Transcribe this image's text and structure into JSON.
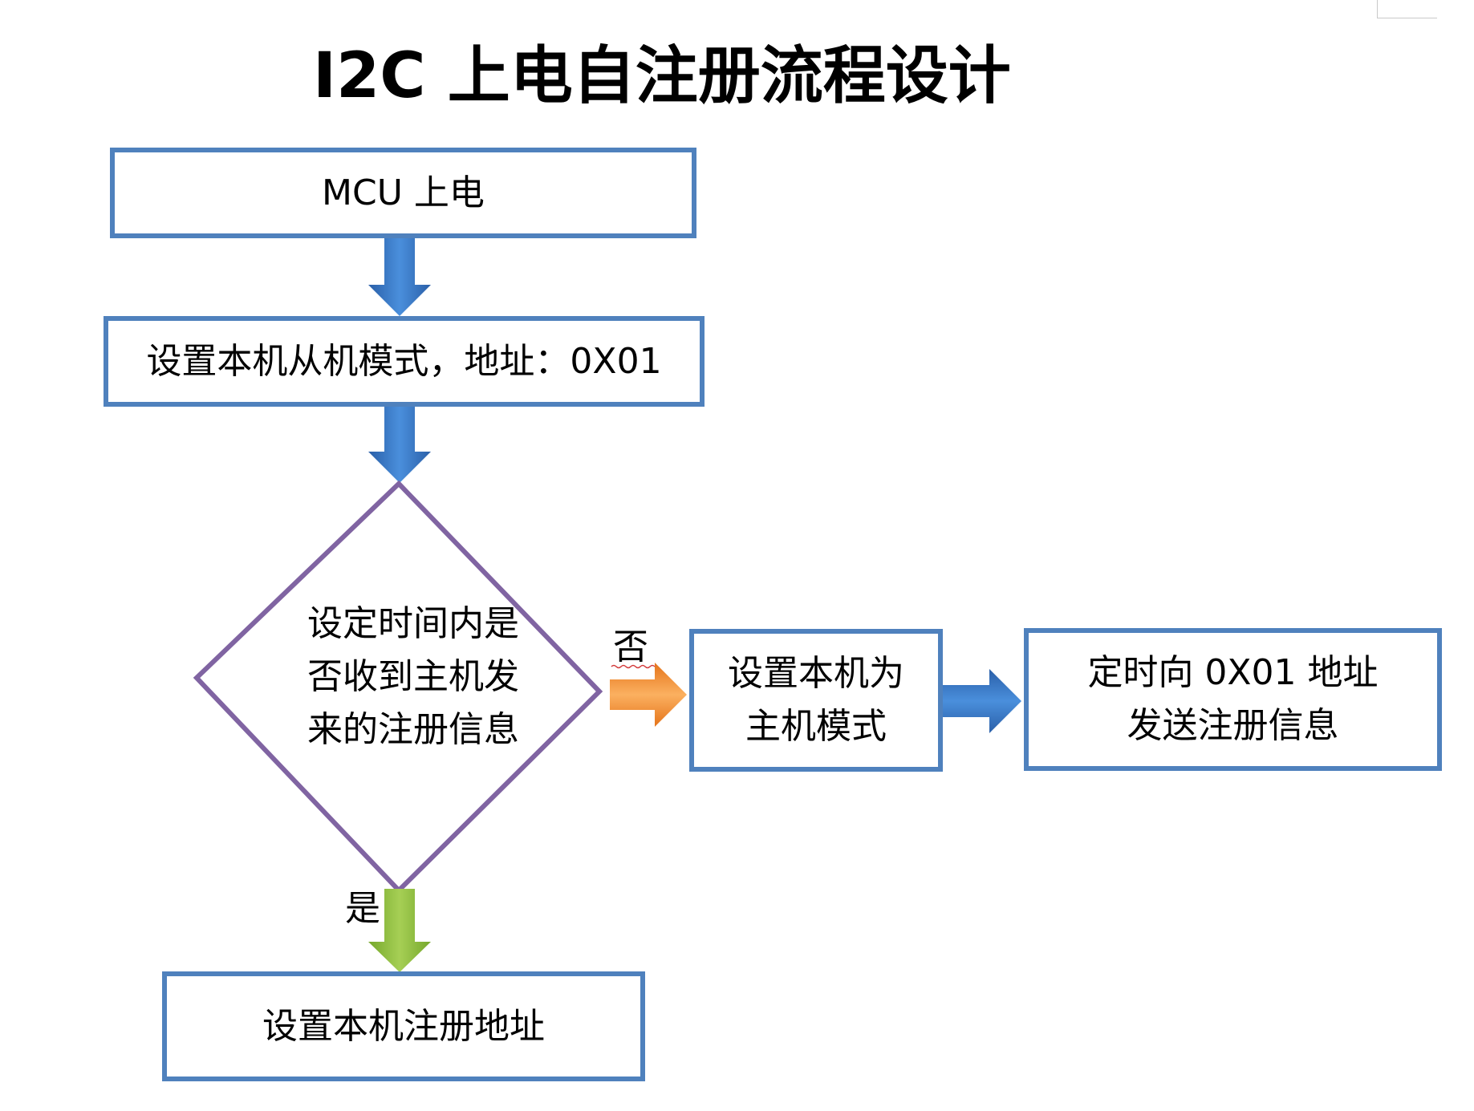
{
  "title": "I2C 上电自注册流程设计",
  "colors": {
    "box_border": "#4f81bd",
    "decision_border": "#8064a2",
    "arrow_blue": "#3a78c3",
    "arrow_orange": "#f08a24",
    "arrow_green": "#8dbb3c"
  },
  "nodes": {
    "power_on": {
      "text": "MCU 上电"
    },
    "set_slave": {
      "text": "设置本机从机模式，地址：0X01"
    },
    "decision": {
      "text": "设定时间内是\n否收到主机发\n来的注册信息"
    },
    "set_master": {
      "text": "设置本机为\n主机模式"
    },
    "send_register": {
      "text": "定时向 0X01 地址\n发送注册信息"
    },
    "set_address": {
      "text": "设置本机注册地址"
    }
  },
  "edges": {
    "no_label": "否",
    "yes_label": "是"
  }
}
